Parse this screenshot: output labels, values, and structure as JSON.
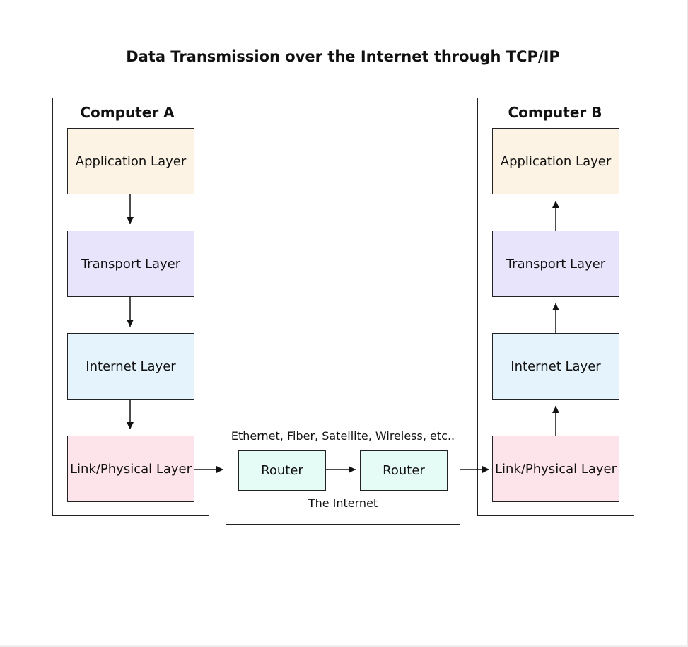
{
  "title": "Data Transmission over the Internet through TCP/IP",
  "computer_a": {
    "label": "Computer A",
    "layers": [
      "Application Layer",
      "Transport Layer",
      "Internet Layer",
      "Link/Physical Layer"
    ]
  },
  "computer_b": {
    "label": "Computer B",
    "layers": [
      "Application Layer",
      "Transport Layer",
      "Internet Layer",
      "Link/Physical Layer"
    ]
  },
  "internet": {
    "media_label": "Ethernet, Fiber, Satellite, Wireless, etc..",
    "routers": [
      "Router",
      "Router"
    ],
    "label": "The Internet"
  },
  "colors": {
    "application": "#fdf3e4",
    "transport": "#e8e4fb",
    "internet": "#e5f3fd",
    "link": "#fde4ea",
    "router": "#e4fbf6",
    "line": "#111111"
  }
}
